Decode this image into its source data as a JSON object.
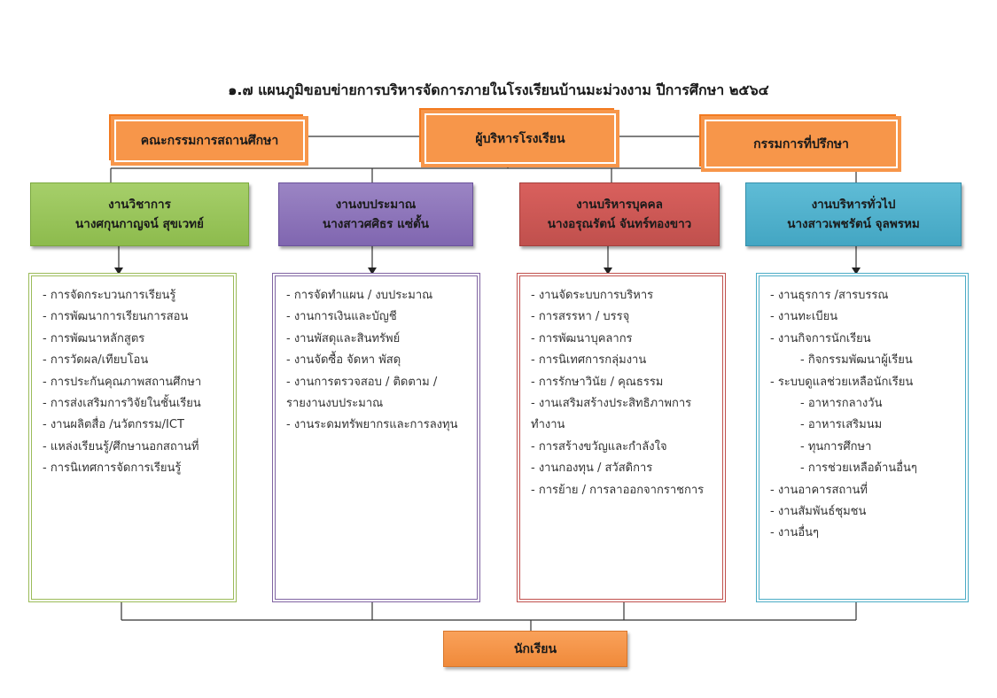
{
  "title": "๑.๗ แผนภูมิขอบข่ายการบริหารจัดการภายในโรงเรียนบ้านมะม่วงงาม ปีการศึกษา ๒๕๖๔",
  "top": {
    "left_box": "คณะกรรมการสถานศึกษา",
    "center_box": "ผู้บริหารโรงเรียน",
    "right_box": "กรรมการที่ปรึกษา"
  },
  "departments": [
    {
      "name": "งานวิชาการ",
      "head": "นางศกุนกาญจน์ สุขเวทย์",
      "color": "#9bbb59",
      "items": [
        "- การจัดกระบวนการเรียนรู้",
        "- การพัฒนาการเรียนการสอน",
        "- การพัฒนาหลักสูตร",
        "- การวัดผล/เทียบโอน",
        "- การประกันคุณภาพสถานศึกษา",
        "- การส่งเสริมการวิจัยในชั้นเรียน",
        "- งานผลิตสื่อ /นวัตกรรม/ICT",
        "- แหล่งเรียนรู้/ศึกษานอกสถานที่",
        "- การนิเทศการจัดการเรียนรู้"
      ]
    },
    {
      "name": "งานงบประมาณ",
      "head": "นางสาวศศิธร แซ่ตั้น",
      "color": "#8064a2",
      "items": [
        "- การจัดทำแผน / งบประมาณ",
        "- งานการเงินและบัญชี",
        "- งานพัสดุและสินทรัพย์",
        "- งานจัดซื้อ จัดหา พัสดุ",
        "- งานการตรวจสอบ / ติดตาม /",
        "รายงานงบประมาณ",
        "- งานระดมทรัพยากรและการลงทุน"
      ]
    },
    {
      "name": "งานบริหารบุคคล",
      "head": "นางอรุณรัตน์ จันทร์ทองขาว",
      "color": "#c0504d",
      "items": [
        "- งานจัดระบบการบริหาร",
        "- การสรรหา / บรรจุ",
        "- การพัฒนาบุคลากร",
        "- การนิเทศการกลุ่มงาน",
        "- การรักษาวินัย / คุณธรรม",
        "- งานเสริมสร้างประสิทธิภาพการ",
        "ทำงาน",
        "- การสร้างขวัญและกำลังใจ",
        "- งานกองทุน / สวัสดิการ",
        "- การย้าย / การลาออกจากราชการ"
      ]
    },
    {
      "name": "งานบริหารทั่วไป",
      "head": "นางสาวเพชรัตน์ จุลพรหม",
      "color": "#4bacc6",
      "items": [
        "- งานธุรการ /สารบรรณ",
        "- งานทะเบียน",
        "- งานกิจการนักเรียน",
        "- กิจกรรมพัฒนาผู้เรียน",
        "- ระบบดูแลช่วยเหลือนักเรียน",
        "- อาหารกลางวัน",
        "- อาหารเสริมนม",
        "- ทุนการศึกษา",
        "- การช่วยเหลือด้านอื่นๆ",
        "- งานอาคารสถานที่",
        "- งานสัมพันธ์ชุมชน",
        "- งานอื่นๆ"
      ]
    }
  ],
  "bottom_box": "นักเรียน"
}
